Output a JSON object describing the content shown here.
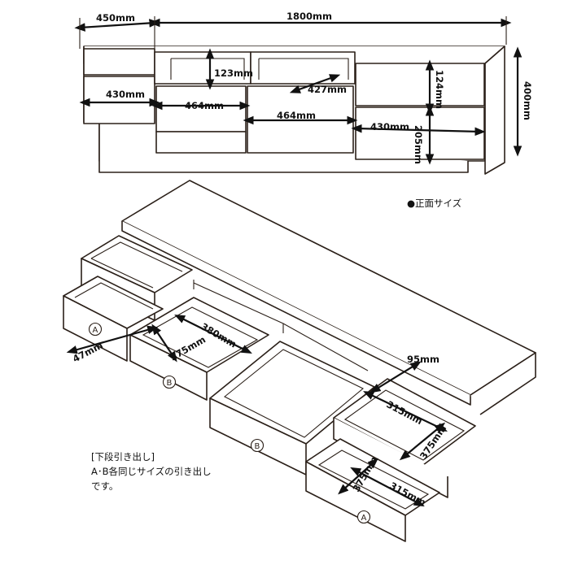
{
  "front": {
    "dims": {
      "width_left": "450mm",
      "width_total": "1800mm",
      "shelf_height": "123mm",
      "shelf_depth": "427mm",
      "drawer_top_height": "124mm",
      "total_height": "400mm",
      "drawer_430_left": "430mm",
      "drawer_464_a": "464mm",
      "drawer_464_b": "464mm",
      "drawer_430_right": "430mm",
      "drawer_bottom_height": "205mm"
    },
    "caption": "●正面サイズ"
  },
  "iso": {
    "dims": {
      "d47": "47mm",
      "d375_b": "375mm",
      "d380": "380mm",
      "d95": "95mm",
      "d315_top": "315mm",
      "d375_top": "375mm",
      "d375_a": "375mm",
      "d315_a": "315mm"
    },
    "markers": {
      "a": "A",
      "b": "B"
    },
    "note": {
      "title": "[下段引き出し]",
      "line1": "A･B各同じサイズの引き出し",
      "line2": "です。"
    }
  }
}
